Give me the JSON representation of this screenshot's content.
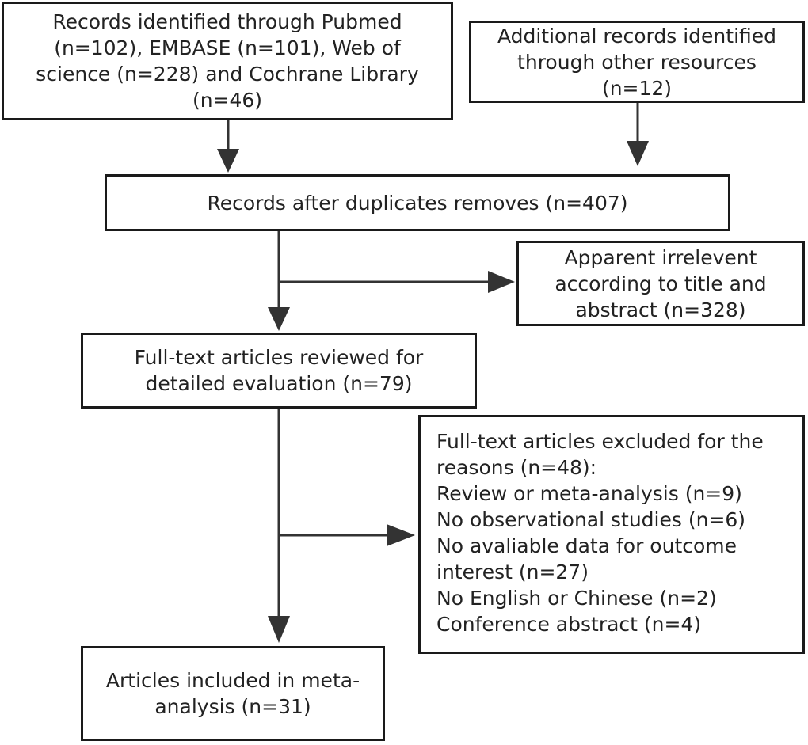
{
  "boxes": {
    "databases": {
      "lines": [
        "Records identified through Pubmed",
        "(n=102), EMBASE (n=101), Web of",
        "science (n=228) and Cochrane Library",
        "(n=46)"
      ]
    },
    "other_sources": {
      "lines": [
        "Additional records identified",
        "through other resources",
        "(n=12)"
      ]
    },
    "after_duplicates": {
      "lines": [
        "Records after duplicates removes (n=407)"
      ]
    },
    "irrelevant": {
      "lines": [
        "Apparent irrelevent",
        "according to title and",
        "abstract (n=328)"
      ]
    },
    "full_text_reviewed": {
      "lines": [
        "Full-text  articles reviewed for",
        "detailed evaluation (n=79)"
      ]
    },
    "excluded": {
      "lines": [
        "Full-text articles excluded for the",
        "reasons (n=48):",
        "Review or meta-analysis (n=9)",
        "No observational studies (n=6)",
        "No avaliable data for outcome",
        "interest (n=27)",
        "No English or Chinese (n=2)",
        "Conference abstract (n=4)"
      ]
    },
    "included": {
      "lines": [
        "Articles included in meta-",
        "analysis (n=31)"
      ]
    }
  }
}
